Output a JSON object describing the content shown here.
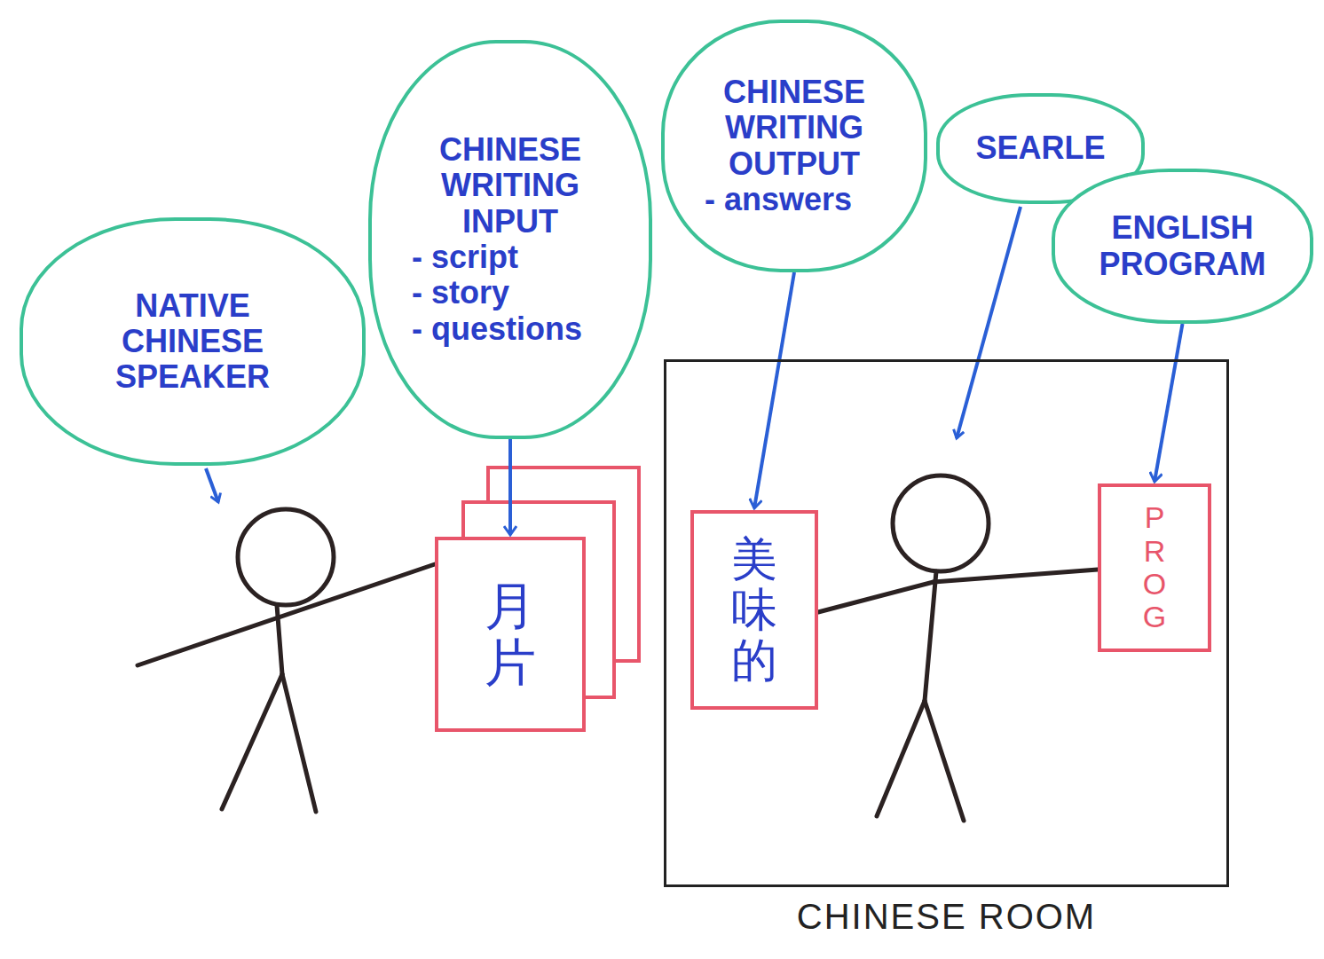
{
  "diagram": {
    "nodes": [
      {
        "text": [
          "NATIVE CHINESE SPEAKER"
        ]
      },
      {
        "text": [
          "CHINESE WRITING INPUT",
          "- script",
          "- story",
          "- questions"
        ]
      },
      {
        "text": [
          "CHINESE WRITING OUTPUT",
          "- answers"
        ]
      },
      {
        "text": [
          "SEARLE"
        ]
      },
      {
        "text": [
          "ENGLISH PROGRAM"
        ]
      },
      {
        "text": [
          "月片"
        ]
      },
      {
        "text": [
          "CHINESE ROOM"
        ]
      },
      {
        "text": [
          "美味的"
        ],
        "in": 6
      },
      {
        "text": [
          "PROG"
        ],
        "in": 6
      }
    ],
    "edges": [
      {
        "from": 1,
        "to": 5,
        "arrow": "to"
      },
      {
        "from": 2,
        "to": 7,
        "arrow": "to"
      },
      {
        "from": 4,
        "to": 8,
        "arrow": "to"
      }
    ]
  }
}
